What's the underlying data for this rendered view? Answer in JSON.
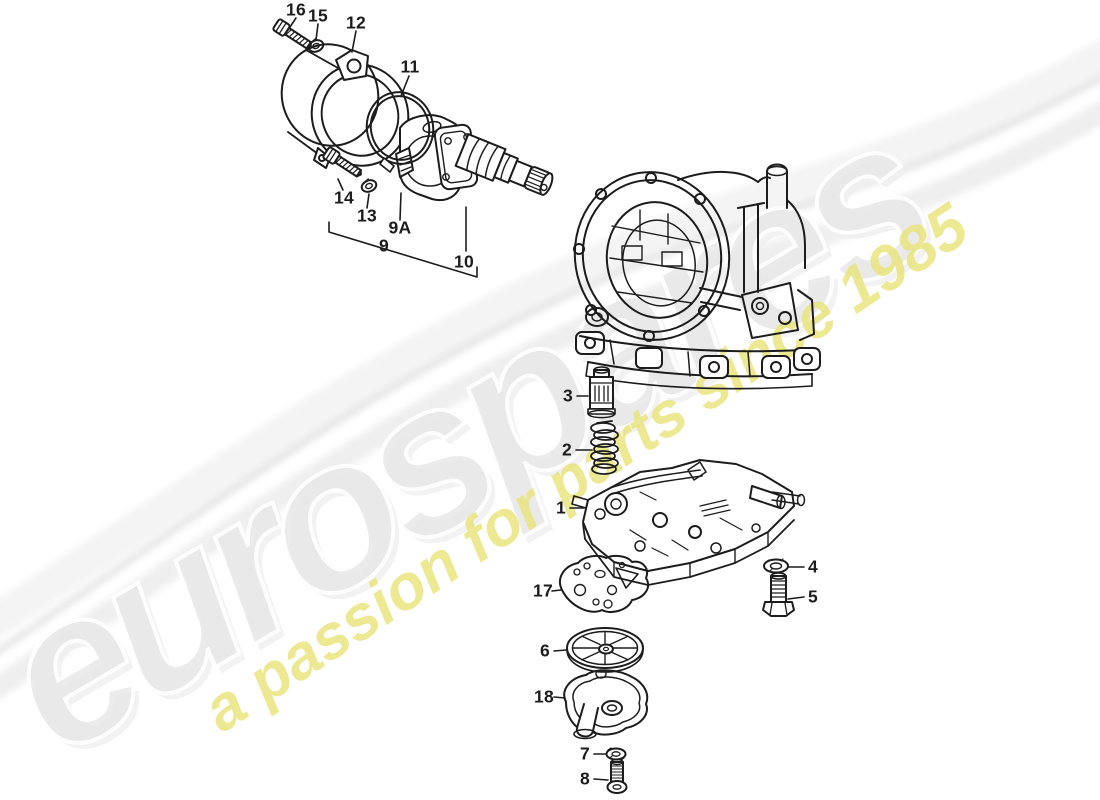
{
  "watermark": {
    "brand": "eurospares",
    "tagline": "a passion for parts since 1985",
    "brand_fill_color": "#e9e9e9",
    "brand_outline_color": "#ffffff",
    "tagline_color": "#e9e478",
    "swoosh_color": "#ececec"
  },
  "line_color": "#1c1c1c",
  "callouts": {
    "1": "1",
    "2": "2",
    "3": "3",
    "4": "4",
    "5": "5",
    "6": "6",
    "7": "7",
    "8": "8",
    "9": "9",
    "9A": "9A",
    "10": "10",
    "11": "11",
    "12": "12",
    "13": "13",
    "14": "14",
    "15": "15",
    "16": "16",
    "17": "17",
    "18": "18"
  }
}
